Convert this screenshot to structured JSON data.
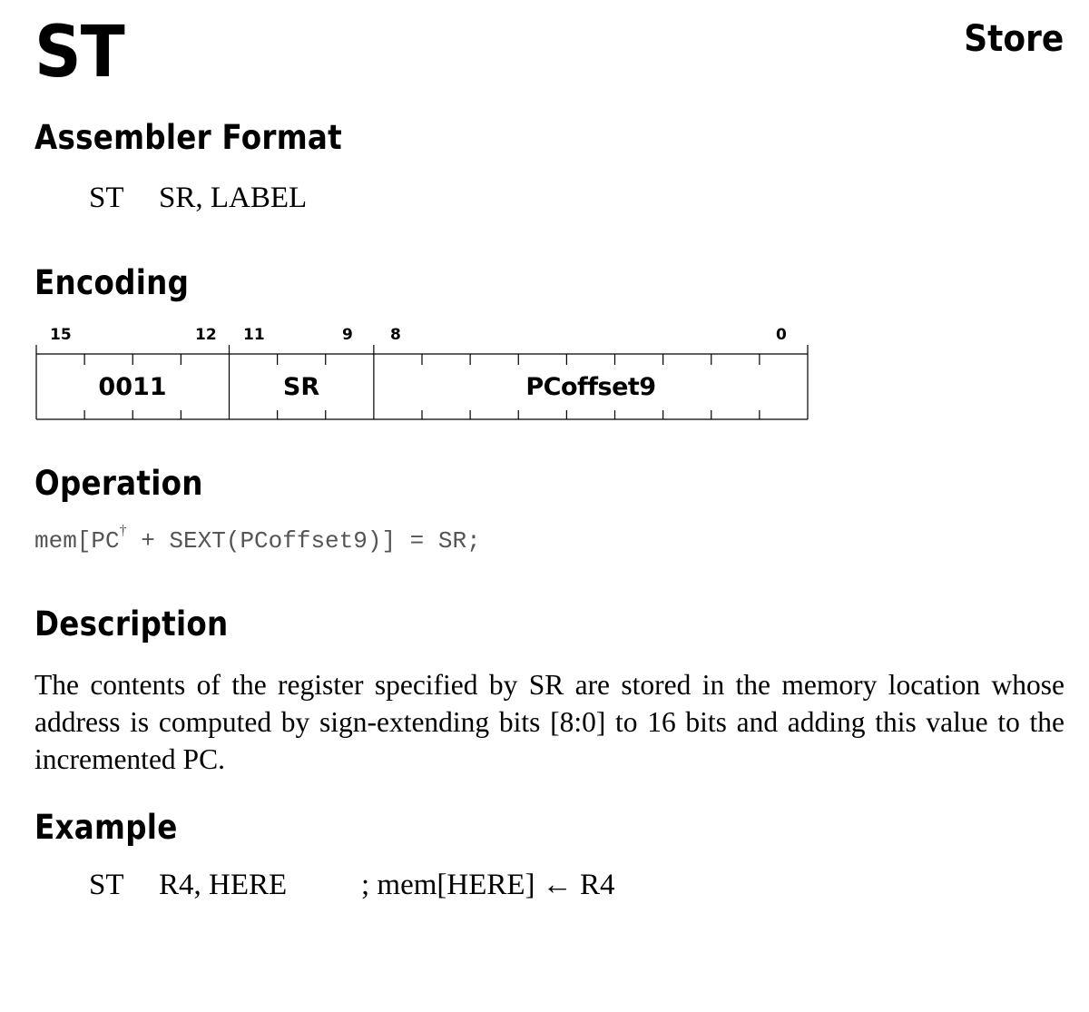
{
  "instruction": {
    "mnemonic": "ST",
    "name": "Store"
  },
  "sections": {
    "assembler_format": "Assembler Format",
    "encoding": "Encoding",
    "operation": "Operation",
    "description": "Description",
    "example": "Example"
  },
  "assembler_format": {
    "opcode": "ST",
    "operands": "SR, LABEL"
  },
  "encoding": {
    "bit_labels": [
      "15",
      "12",
      "11",
      "9",
      "8",
      "0"
    ],
    "fields": [
      {
        "label": "0011",
        "high_bit": 15,
        "low_bit": 12
      },
      {
        "label": "SR",
        "high_bit": 11,
        "low_bit": 9
      },
      {
        "label": "PCoffset9",
        "high_bit": 8,
        "low_bit": 0
      }
    ]
  },
  "operation": {
    "prefix": "mem[PC",
    "footnote_mark": "†",
    "suffix": " + SEXT(PCoffset9)] = SR;"
  },
  "description": "The contents of the register specified by SR are stored in the memory location whose address is computed by sign-extending bits [8:0] to 16 bits and adding this value to the incremented PC.",
  "example": {
    "opcode": "ST",
    "operands": "R4, HERE",
    "comment": "; mem[HERE] ← R4"
  }
}
